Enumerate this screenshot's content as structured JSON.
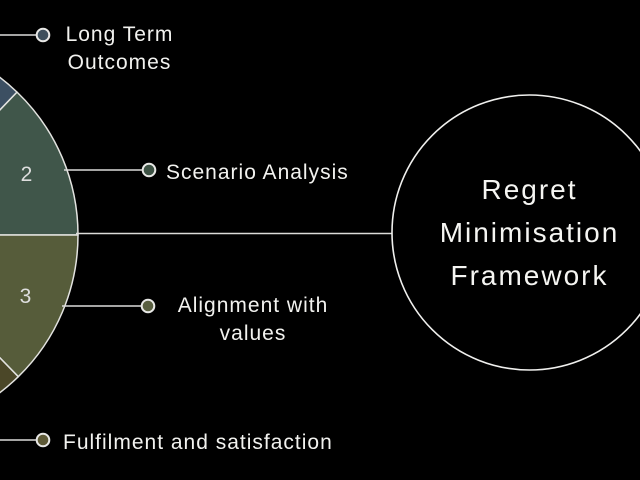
{
  "canvas": {
    "background": "#000000",
    "line_color": "#e3e3e0",
    "text_color": "#f2f2ef"
  },
  "center_circle": {
    "title": "Regret Minimisation Framework",
    "lines": [
      "Regret",
      "Minimisation",
      "Framework"
    ],
    "stroke_color": "#f0f0ee"
  },
  "pie": {
    "segments": [
      {
        "number": "",
        "color": "#3c4f62"
      },
      {
        "number": "2",
        "color": "#40564a"
      },
      {
        "number": "3",
        "color": "#565c3a"
      },
      {
        "number": "",
        "color": "#4b4728"
      }
    ]
  },
  "callouts": [
    {
      "label": "Long Term Outcomes",
      "lines": [
        "Long Term",
        "Outcomes"
      ],
      "dot_color": "#3e4f5c"
    },
    {
      "label": "Scenario Analysis",
      "lines": [
        "Scenario Analysis"
      ],
      "dot_color": "#3d5244"
    },
    {
      "label": "Alignment with values",
      "lines": [
        "Alignment with",
        "values"
      ],
      "dot_color": "#595f40"
    },
    {
      "label": "Fulfilment and satisfaction",
      "lines": [
        "Fulfilment and satisfaction"
      ],
      "dot_color": "#5e5a37"
    }
  ]
}
